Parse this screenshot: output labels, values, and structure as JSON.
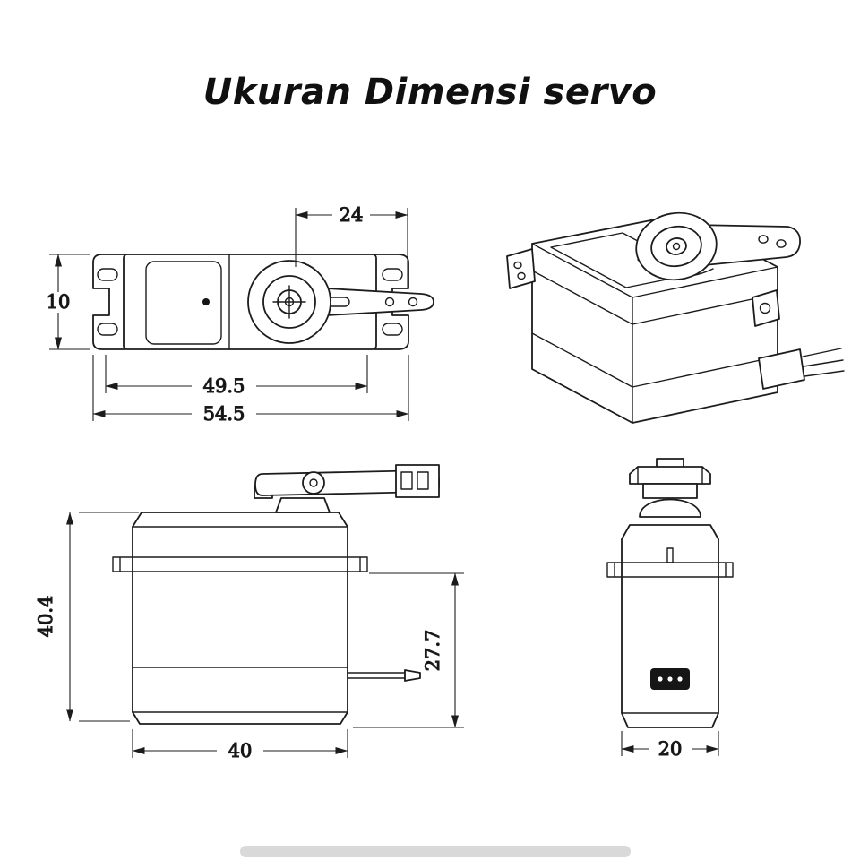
{
  "title": "Ukuran Dimensi servo",
  "colors": {
    "ink": "#1c1c1c",
    "background": "#ffffff",
    "progress_bar": "#d9d9d9"
  },
  "drawing": {
    "top_view": {
      "horn_arm_length": "24",
      "mount_tab_spacing": "10",
      "body_length": "49.5",
      "overall_length": "54.5"
    },
    "side_view": {
      "overall_height": "40.4",
      "flange_to_bottom": "27.7",
      "body_width": "40"
    },
    "end_view": {
      "body_depth": "20"
    }
  }
}
